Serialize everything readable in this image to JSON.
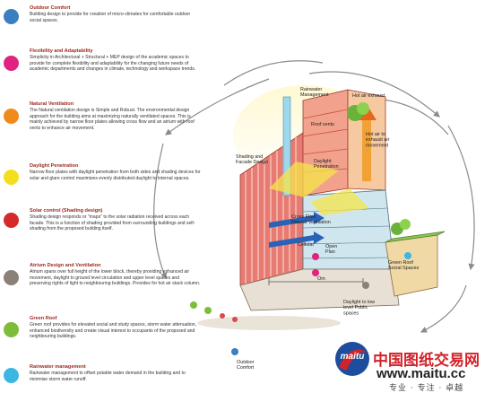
{
  "legend": [
    {
      "title": "Outdoor Comfort",
      "text": "Building design to provide for creation of micro-climates for comfortable outdoor social spaces.",
      "color": "#3a7fbf"
    },
    {
      "title": "Flexibility and Adaptability",
      "text": "Simplicity in Architectural + Structural + MEP design of the academic spaces to provide for complete flexibility and adaptability for the changing future needs of academic departments and changes in climate, technology and workspace trends.",
      "color": "#e0237e"
    },
    {
      "title": "Natural Ventilation",
      "text": "The Natural ventilation design is Simple and Robust. The environmental design approach for the building aims at maximizing naturally ventilated spaces. This is mainly achieved by narrow floor plates allowing cross flow and an atrium with roof vents to enhance air movement.",
      "color": "#f08a1c"
    },
    {
      "title": "Daylight Penetration",
      "text": "Narrow floor plates with daylight penetration from both sides and shading devices for solar and glare control maximizes evenly distributed daylight to internal spaces.",
      "color": "#f3df1d"
    },
    {
      "title": "Solar control (Shading design)",
      "text": "Shading design responds or \"maps\" to the solar radiation received across each facade. This is a function of shading provided from surrounding buildings and self-shading from the proposed building itself.",
      "color": "#d42a2a"
    },
    {
      "title": "Atrium Design and Ventilation",
      "text": "Atrium spans over full height of the lower block, thereby providing enhanced air movement, daylight to ground level circulation and upper level spaces and preserving rights of light to neighbouring buildings. Provides for hot air stack column.",
      "color": "#8a8278"
    },
    {
      "title": "Green Roof",
      "text": "Green roof provides for elevated social and study spaces, storm water attenuation, enhanced biodiversity and create visual interest to occupants of the proposed and neighbouring buildings.",
      "color": "#7dbd3a"
    },
    {
      "title": "Rainwater management",
      "text": "Rainwater management to offset potable water demand in the building and to minimise storm water runoff.",
      "color": "#3cb6e3"
    }
  ],
  "diagram": {
    "labels": {
      "rainwater": "Rainwater\nManagement",
      "hot_air": "Hot air exhaust",
      "roof_vents": "Roof vents",
      "hot_air_rise": "Hot air to\nexhaust air\nmovement",
      "shading": "Shading and\nFacade Design",
      "daylight": "Daylight\nPenetration",
      "cross_flow": "Cross Flow\nNatural Ventilation",
      "cellular": "Cellular",
      "open_plan": "Open\nPlan",
      "green_roof": "Green Roof\nSocial Spaces",
      "dim": "Om",
      "daylight_low": "Daylight to low\nlevel Public\nspaces",
      "outdoor": "Outdoor\nComfort"
    }
  },
  "watermark": {
    "logo_text": "maitu",
    "site_name": "中国图纸交易网",
    "url": "www.maitu.cc",
    "slogan": "专业 · 专注 · 卓越",
    "colors": {
      "red": "#d2232a",
      "blue": "#1d4e9e"
    }
  }
}
